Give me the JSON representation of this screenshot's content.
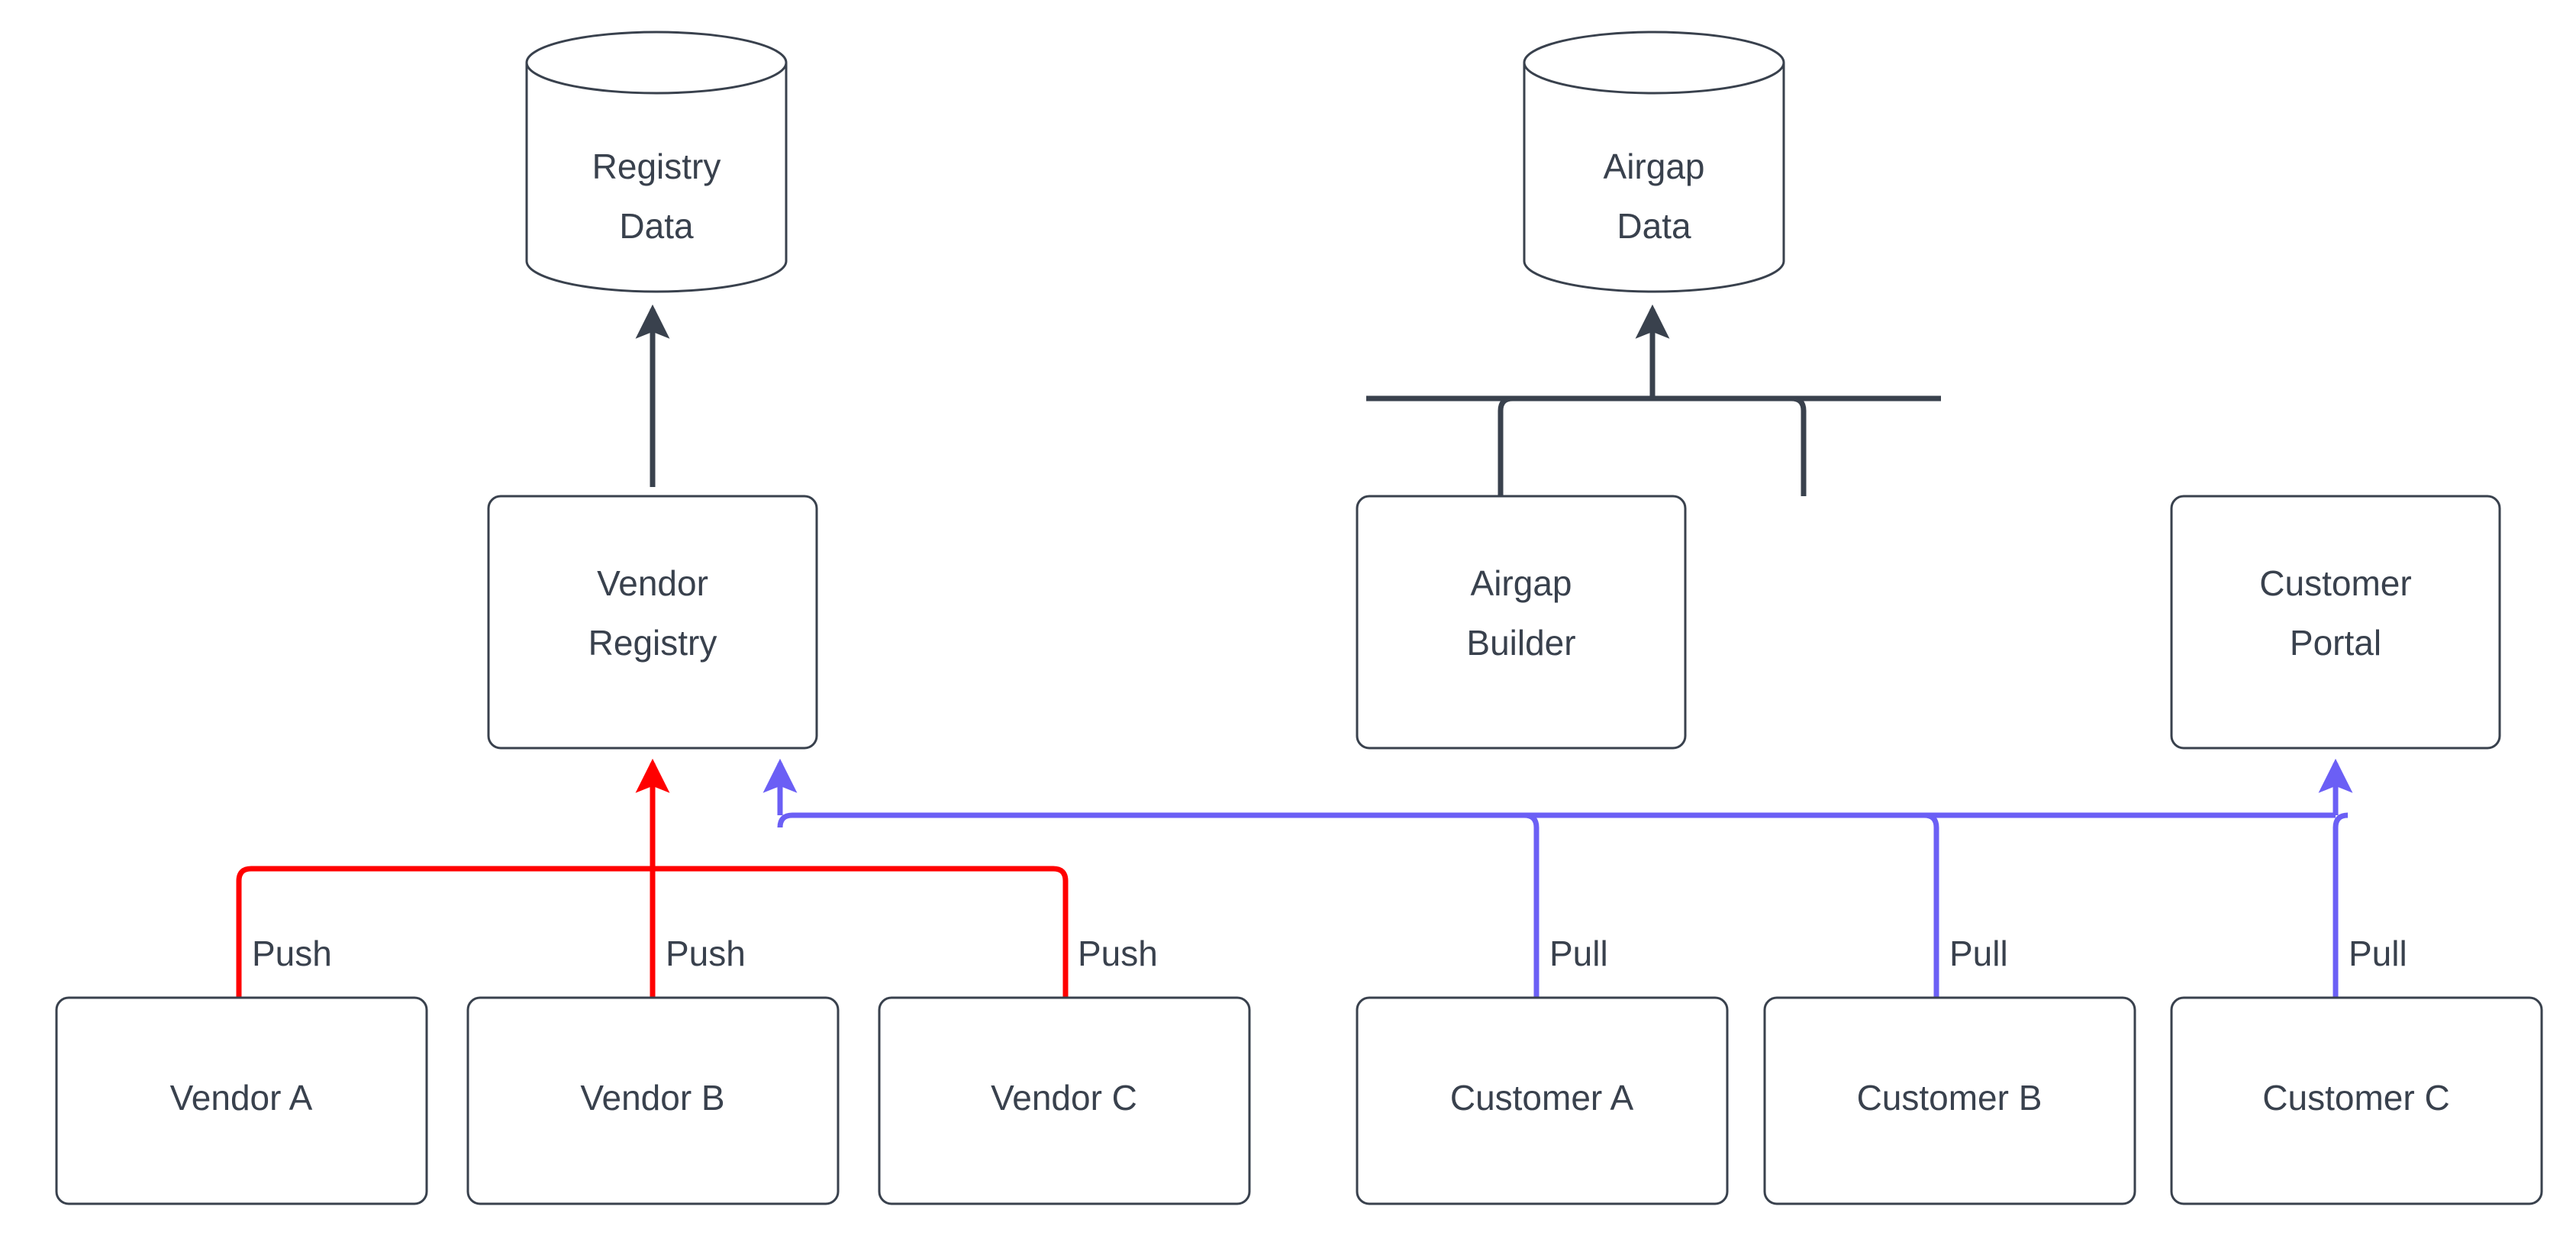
{
  "diagram": {
    "type": "flowchart",
    "background_color": "#ffffff",
    "node_stroke_color": "#39414d",
    "node_fill_color": "#ffffff",
    "text_color": "#39414d",
    "nodes": [
      {
        "id": "registry-data",
        "label_line1": "Registry",
        "label_line2": "Data",
        "shape": "cylinder"
      },
      {
        "id": "airgap-data",
        "label_line1": "Airgap",
        "label_line2": "Data",
        "shape": "cylinder"
      },
      {
        "id": "vendor-registry",
        "label_line1": "Vendor",
        "label_line2": "Registry",
        "shape": "rounded-rect"
      },
      {
        "id": "airgap-builder",
        "label_line1": "Airgap",
        "label_line2": "Builder",
        "shape": "rounded-rect"
      },
      {
        "id": "customer-portal",
        "label_line1": "Customer",
        "label_line2": "Portal",
        "shape": "rounded-rect"
      },
      {
        "id": "vendor-a",
        "label_line1": "Vendor A",
        "label_line2": "",
        "shape": "rounded-rect"
      },
      {
        "id": "vendor-b",
        "label_line1": "Vendor B",
        "label_line2": "",
        "shape": "rounded-rect"
      },
      {
        "id": "vendor-c",
        "label_line1": "Vendor C",
        "label_line2": "",
        "shape": "rounded-rect"
      },
      {
        "id": "customer-a",
        "label_line1": "Customer A",
        "label_line2": "",
        "shape": "rounded-rect"
      },
      {
        "id": "customer-b",
        "label_line1": "Customer B",
        "label_line2": "",
        "shape": "rounded-rect"
      },
      {
        "id": "customer-c",
        "label_line1": "Customer C",
        "label_line2": "",
        "shape": "rounded-rect"
      }
    ],
    "edges": [
      {
        "id": "e-vr-rd",
        "from": "vendor-registry",
        "to": "registry-data",
        "label": "",
        "color": "#39414d",
        "kind": "default"
      },
      {
        "id": "e-ab-ad",
        "from": "airgap-builder",
        "to": "airgap-data",
        "label": "",
        "color": "#39414d",
        "kind": "default"
      },
      {
        "id": "e-cp-ad",
        "from": "customer-portal",
        "to": "airgap-data",
        "label": "",
        "color": "#39414d",
        "kind": "default"
      },
      {
        "id": "e-va-vr",
        "from": "vendor-a",
        "to": "vendor-registry",
        "label": "Push",
        "color": "#ff0000",
        "kind": "push"
      },
      {
        "id": "e-vb-vr",
        "from": "vendor-b",
        "to": "vendor-registry",
        "label": "Push",
        "color": "#ff0000",
        "kind": "push"
      },
      {
        "id": "e-vc-vr",
        "from": "vendor-c",
        "to": "vendor-registry",
        "label": "Push",
        "color": "#ff0000",
        "kind": "push"
      },
      {
        "id": "e-ca-vr",
        "from": "customer-a",
        "to": "vendor-registry",
        "label": "Pull",
        "color": "#6b5ff5",
        "kind": "pull"
      },
      {
        "id": "e-cb-vr",
        "from": "customer-b",
        "to": "vendor-registry",
        "label": "Pull",
        "color": "#6b5ff5",
        "kind": "pull"
      },
      {
        "id": "e-cc-cp",
        "from": "customer-c",
        "to": "customer-portal",
        "label": "Pull",
        "color": "#6b5ff5",
        "kind": "pull"
      }
    ],
    "edge_labels": {
      "push_1": "Push",
      "push_2": "Push",
      "push_3": "Push",
      "pull_1": "Pull",
      "pull_2": "Pull",
      "pull_3": "Pull"
    }
  }
}
